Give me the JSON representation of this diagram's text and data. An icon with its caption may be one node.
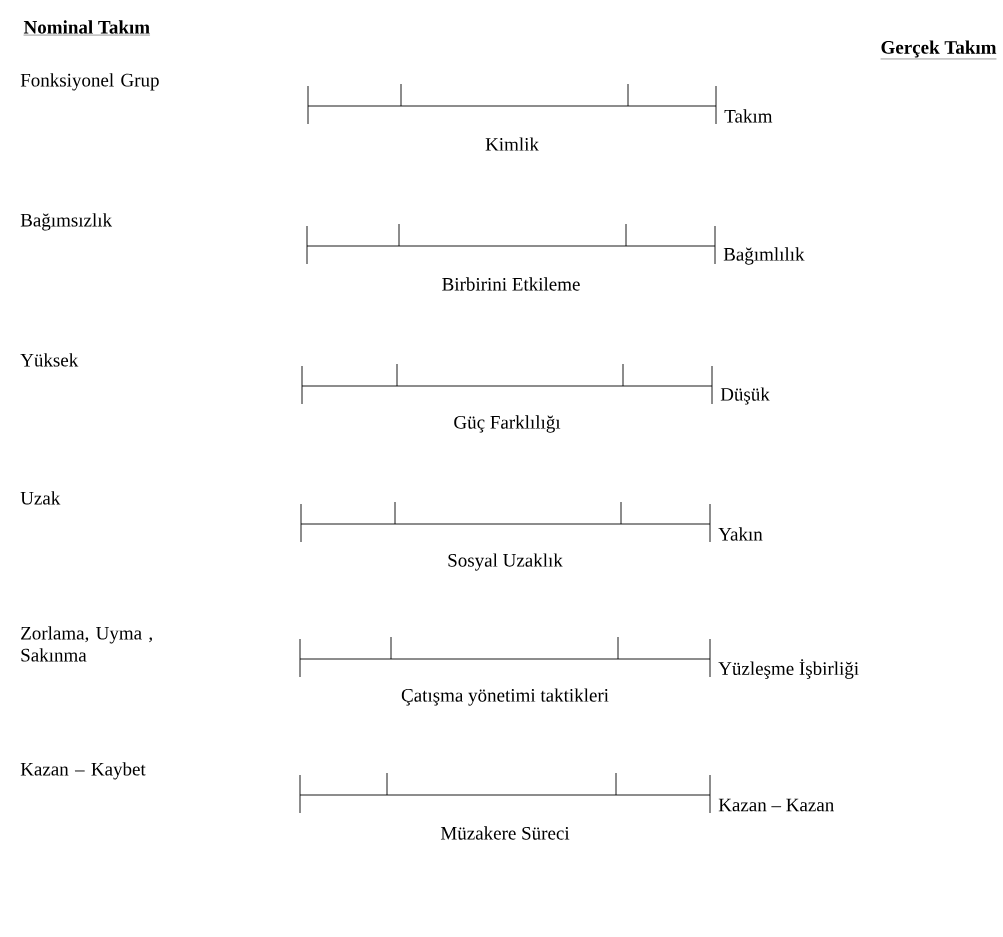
{
  "diagram": {
    "labels": [
      "Nominal Takım",
      "Gerçek Takım",
      "Fonksiyonel Grup",
      "Takım",
      "Kimlik",
      "Bağımsızlık",
      "Bağımlılık",
      "Birbirini Etkileme",
      "Yüksek",
      "Düşük",
      "Güç Farklılığı",
      "Uzak",
      "Yakın",
      "Sosyal Uzaklık",
      "Zorlama, Uyma , Sakınma",
      "Yüzleşme İşbirliği",
      "Çatışma yönetimi taktikleri",
      "Kazan – Kaybet",
      "Kazan – Kazan",
      "Müzakere Süreci"
    ]
  }
}
